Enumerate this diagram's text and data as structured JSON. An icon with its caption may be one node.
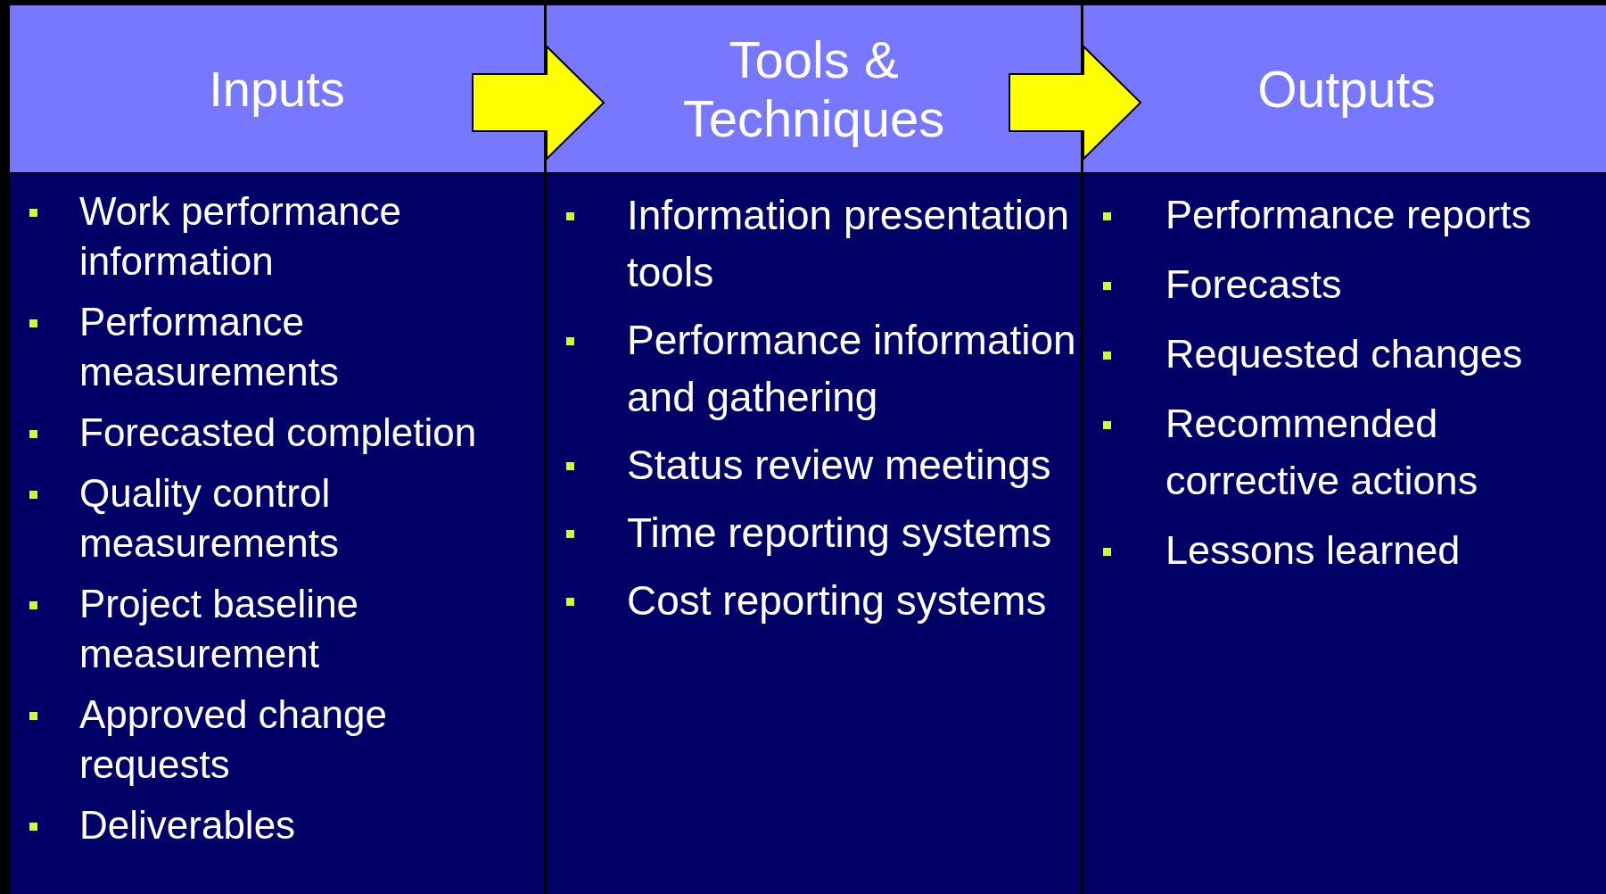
{
  "diagram": {
    "nodes": [
      {
        "text": [
          "Inputs",
          "Work performance information",
          "Performance measurements",
          "Forecasted completion",
          "Quality control measurements",
          "Project baseline measurement",
          "Approved change requests",
          "Deliverables"
        ]
      },
      {
        "text": [
          "Tools & Techniques",
          "Information presentation tools",
          "Performance information and gathering",
          "Status review meetings",
          "Time reporting systems",
          "Cost reporting systems"
        ]
      },
      {
        "text": [
          "Outputs",
          "Performance reports",
          "Forecasts",
          "Requested changes",
          "Recommended corrective actions",
          "Lessons learned"
        ]
      }
    ],
    "edges": [
      {
        "from": 0,
        "to": 1,
        "arrow": "to"
      },
      {
        "from": 1,
        "to": 2,
        "arrow": "to"
      }
    ]
  }
}
